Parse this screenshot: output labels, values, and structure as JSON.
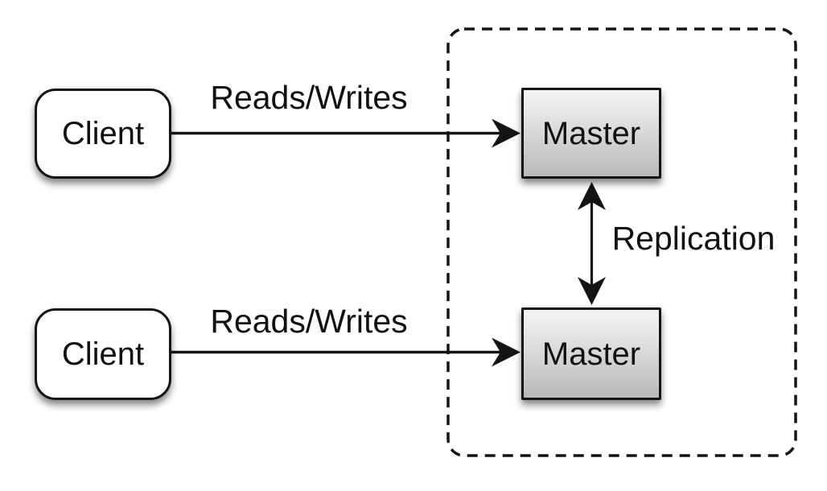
{
  "diagram": {
    "title_hint": "master-master replication topology",
    "nodes": {
      "clients": [
        {
          "id": "client-top",
          "label": "Client",
          "shape": "rounded-rect",
          "fill": "#ffffff"
        },
        {
          "id": "client-bottom",
          "label": "Client",
          "shape": "rounded-rect",
          "fill": "#ffffff"
        }
      ],
      "masters": [
        {
          "id": "master-top",
          "label": "Master",
          "shape": "rect",
          "fill": "gray-gradient"
        },
        {
          "id": "master-bottom",
          "label": "Master",
          "shape": "rect",
          "fill": "gray-gradient"
        }
      ]
    },
    "edges": [
      {
        "from": "client-top",
        "to": "master-top",
        "label": "Reads/Writes",
        "direction": "one-way"
      },
      {
        "from": "client-bottom",
        "to": "master-bottom",
        "label": "Reads/Writes",
        "direction": "one-way"
      },
      {
        "from": "master-top",
        "to": "master-bottom",
        "label": "Replication",
        "direction": "two-way"
      }
    ],
    "group": {
      "contains": [
        "master-top",
        "master-bottom"
      ],
      "border": "dashed",
      "shape": "rounded-rect"
    },
    "colors": {
      "stroke": "#141414",
      "text": "#111111",
      "client_fill": "#ffffff",
      "master_fill_top": "#f4f4f4",
      "master_fill_bottom": "#b9b9b9",
      "background": "#ffffff"
    }
  }
}
